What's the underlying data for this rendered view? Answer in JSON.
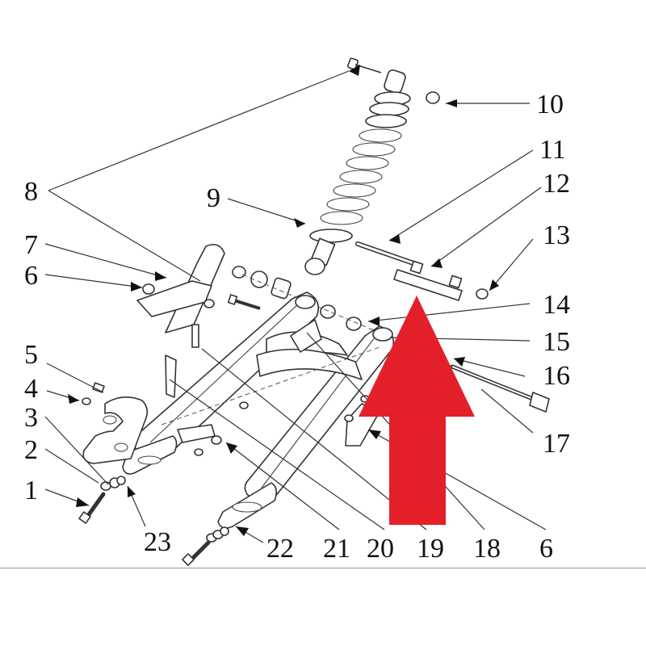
{
  "callouts": [
    {
      "id": "1",
      "text": "1"
    },
    {
      "id": "2",
      "text": "2"
    },
    {
      "id": "3",
      "text": "3"
    },
    {
      "id": "4",
      "text": "4"
    },
    {
      "id": "5",
      "text": "5"
    },
    {
      "id": "6a",
      "text": "6"
    },
    {
      "id": "7",
      "text": "7"
    },
    {
      "id": "8",
      "text": "8"
    },
    {
      "id": "9",
      "text": "9"
    },
    {
      "id": "10",
      "text": "10"
    },
    {
      "id": "11",
      "text": "11"
    },
    {
      "id": "12",
      "text": "12"
    },
    {
      "id": "13",
      "text": "13"
    },
    {
      "id": "14",
      "text": "14"
    },
    {
      "id": "15",
      "text": "15"
    },
    {
      "id": "16",
      "text": "16"
    },
    {
      "id": "17",
      "text": "17"
    },
    {
      "id": "6b",
      "text": "6"
    },
    {
      "id": "18",
      "text": "18"
    },
    {
      "id": "19",
      "text": "19"
    },
    {
      "id": "20",
      "text": "20"
    },
    {
      "id": "21",
      "text": "21"
    },
    {
      "id": "22",
      "text": "22"
    },
    {
      "id": "23",
      "text": "23"
    }
  ],
  "colors": {
    "arrow": "#e3202a",
    "line": "#333333"
  }
}
